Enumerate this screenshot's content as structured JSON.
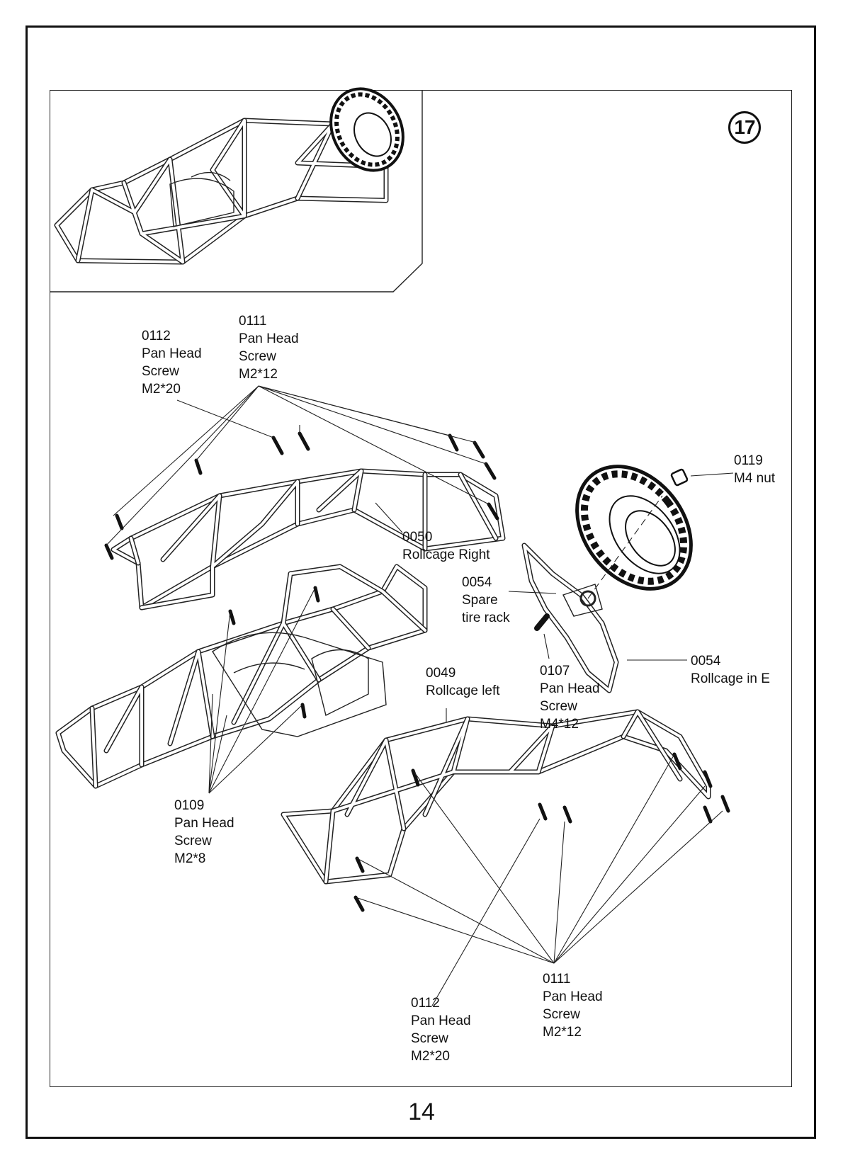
{
  "step": {
    "number": "17"
  },
  "page": {
    "number": "14"
  },
  "callouts": {
    "screw_0112_top": {
      "code": "0112",
      "name1": "Pan Head",
      "name2": "Screw",
      "size": "M2*20"
    },
    "screw_0111_top": {
      "code": "0111",
      "name1": "Pan Head",
      "name2": "Screw",
      "size": "M2*12"
    },
    "nut_0119": {
      "code": "0119",
      "name": "M4 nut"
    },
    "rollcage_right": {
      "code": "0050",
      "name": "Rollcage Right"
    },
    "spare_tire_rack": {
      "code": "0054",
      "name1": "Spare",
      "name2": "tire rack"
    },
    "rollcage_in_e": {
      "code": "0054",
      "name": "Rollcage in E"
    },
    "screw_0107": {
      "code": "0107",
      "name1": "Pan Head",
      "name2": "Screw",
      "size": "M4*12"
    },
    "rollcage_left": {
      "code": "0049",
      "name": "Rollcage left"
    },
    "screw_0109": {
      "code": "0109",
      "name1": "Pan Head",
      "name2": "Screw",
      "size": "M2*8"
    },
    "screw_0112_bottom": {
      "code": "0112",
      "name1": "Pan Head",
      "name2": "Screw",
      "size": "M2*20"
    },
    "screw_0111_bottom": {
      "code": "0111",
      "name1": "Pan Head",
      "name2": "Screw",
      "size": "M2*12"
    }
  }
}
